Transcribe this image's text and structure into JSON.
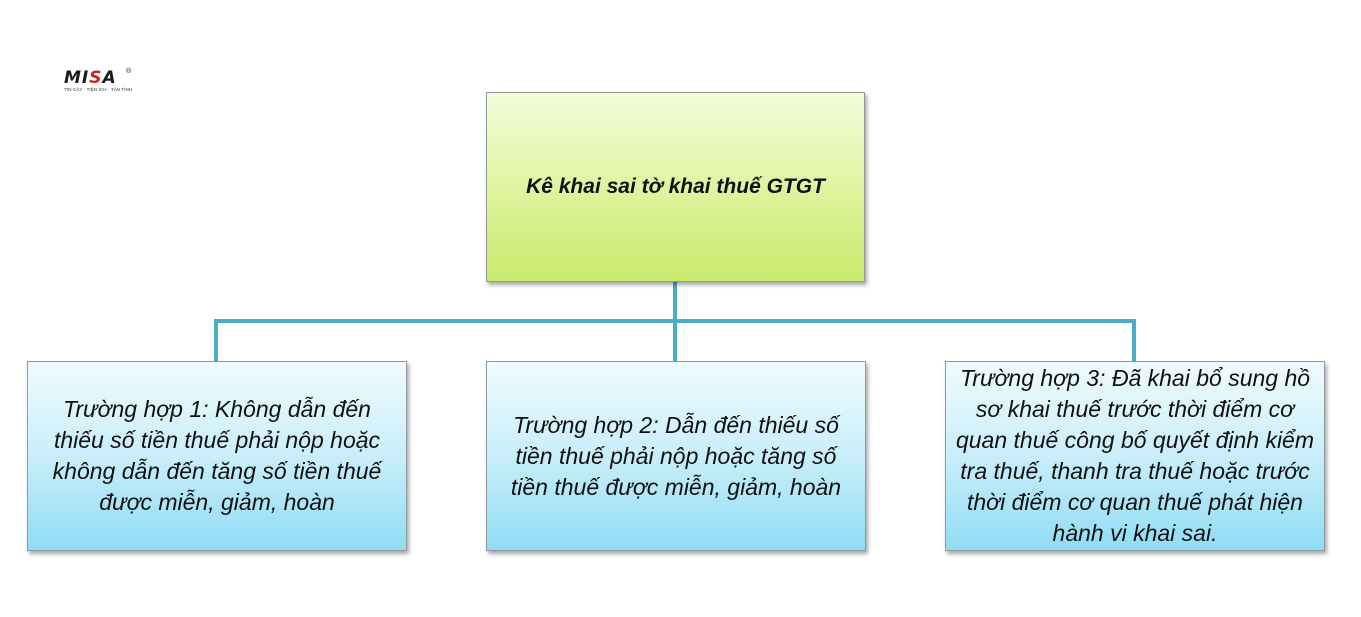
{
  "logo": {
    "brand_before": "MI",
    "brand_accent": "S",
    "brand_after": "A",
    "registered": "®",
    "tagline": "TIN CẬY · TIỆN ÍCH · TẬN TÌNH"
  },
  "diagram": {
    "root": {
      "label": "Kê khai sai tờ khai thuế GTGT"
    },
    "children": [
      {
        "label": "Trường hợp 1: Không dẫn đến thiếu số tiền thuế phải nộp hoặc không dẫn đến tăng số tiền thuế được miễn, giảm, hoàn"
      },
      {
        "label": "Trường hợp 2: Dẫn đến thiếu số tiền thuế phải nộp hoặc tăng số tiền thuế được miễn, giảm, hoàn"
      },
      {
        "label": "Trường hợp 3: Đã khai bổ sung hồ sơ khai thuế trước thời điểm cơ quan thuế công bố quyết định kiểm tra thuế, thanh tra thuế hoặc trước thời điểm cơ quan thuế phát hiện hành vi khai sai."
      }
    ]
  },
  "colors": {
    "root_fill": "#d8f08c",
    "child_fill": "#b3e6f7",
    "connector": "#4bacc6"
  }
}
